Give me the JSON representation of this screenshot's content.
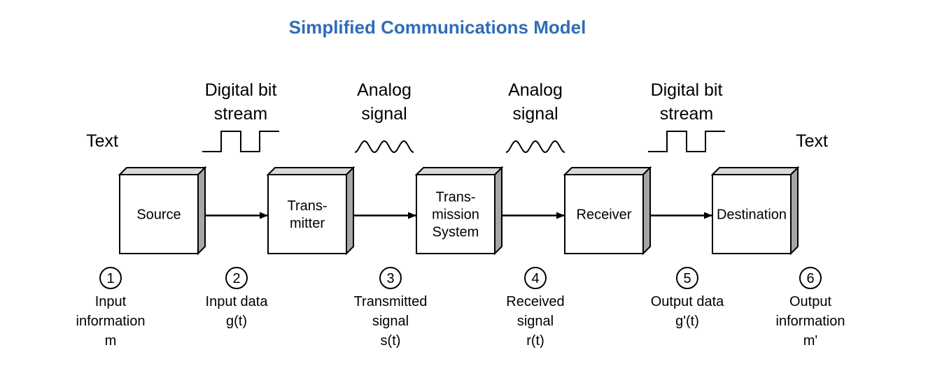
{
  "title": "Simplified Communications Model",
  "colors": {
    "title": "#2f6db5",
    "box_face": "#ffffff",
    "box_side": "#a6a6a6",
    "box_top": "#d9d9d9",
    "stroke": "#000000"
  },
  "boxes": [
    {
      "id": "source",
      "lines": [
        "Source"
      ]
    },
    {
      "id": "transmitter",
      "lines": [
        "Trans-",
        "mitter"
      ]
    },
    {
      "id": "transmission-system",
      "lines": [
        "Trans-",
        "mission",
        "System"
      ]
    },
    {
      "id": "receiver",
      "lines": [
        "Receiver"
      ]
    },
    {
      "id": "destination",
      "lines": [
        "Destination"
      ]
    }
  ],
  "top_labels": [
    {
      "lines": [
        "Text"
      ],
      "glyph": "none"
    },
    {
      "lines": [
        "Digital bit",
        "stream"
      ],
      "glyph": "square-wave-icon"
    },
    {
      "lines": [
        "Analog",
        "signal"
      ],
      "glyph": "sine-wave-icon"
    },
    {
      "lines": [
        "Analog",
        "signal"
      ],
      "glyph": "sine-wave-icon"
    },
    {
      "lines": [
        "Digital bit",
        "stream"
      ],
      "glyph": "square-wave-icon"
    },
    {
      "lines": [
        "Text"
      ],
      "glyph": "none"
    }
  ],
  "stages": [
    {
      "number": "1",
      "lines": [
        "Input",
        "information",
        "m"
      ]
    },
    {
      "number": "2",
      "lines": [
        "Input data",
        "g(t)"
      ]
    },
    {
      "number": "3",
      "lines": [
        "Transmitted",
        "signal",
        "s(t)"
      ]
    },
    {
      "number": "4",
      "lines": [
        "Received",
        "signal",
        "r(t)"
      ]
    },
    {
      "number": "5",
      "lines": [
        "Output data",
        "g'(t)"
      ]
    },
    {
      "number": "6",
      "lines": [
        "Output",
        "information",
        "m'"
      ]
    }
  ]
}
